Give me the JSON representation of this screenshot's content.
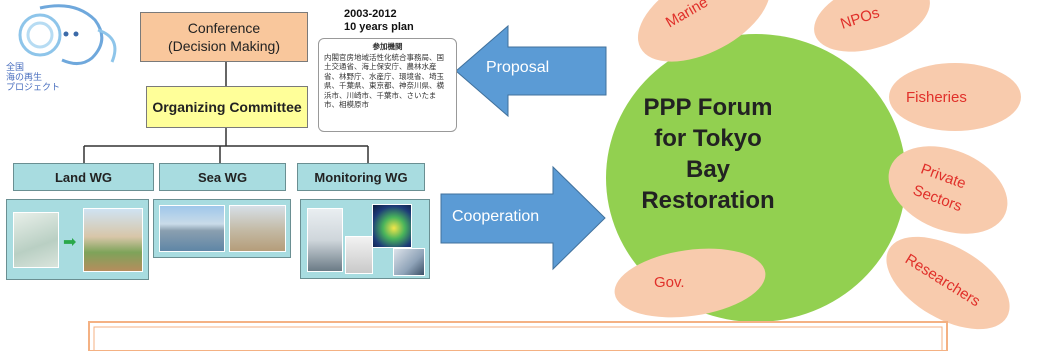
{
  "logo": {
    "text_lines": [
      "全国",
      "海の再生",
      "プロジェクト"
    ]
  },
  "org_chart": {
    "conference_line1": "Conference",
    "conference_line2": "(Decision Making)",
    "organizing_committee": "Organizing Committee",
    "working_groups": [
      "Land WG",
      "Sea WG",
      "Monitoring WG"
    ]
  },
  "plan": {
    "title_line1": "2003-2012",
    "title_line2": "10 years plan",
    "box_header": "参加機関",
    "box_text": "内閣官房地域活性化統合事務局、国土交通省、海上保安庁、農林水産省、林野庁、水産庁、環境省、埼玉県、千葉県、東京都、神奈川県、横浜市、川崎市、千葉市、さいたま市、相模原市"
  },
  "arrows": {
    "proposal": "Proposal",
    "cooperation": "Cooperation"
  },
  "forum": {
    "title_lines": [
      "PPP Forum",
      "for Tokyo",
      "Bay",
      "Restoration"
    ],
    "petals": [
      "Marine",
      "NPOs",
      "Fisheries",
      "Private",
      "Sectors",
      "Gov.",
      "Researchers"
    ]
  },
  "colors": {
    "conference_fill": "#f9c79c",
    "committee_fill": "#ffff99",
    "wg_fill": "#a8dce0",
    "arrow_fill": "#5b9bd5",
    "forum_fill": "#92d050",
    "petal_fill": "#f8cbad",
    "petal_text": "#e0302a",
    "bottom_bar_border": "#f4b183"
  }
}
